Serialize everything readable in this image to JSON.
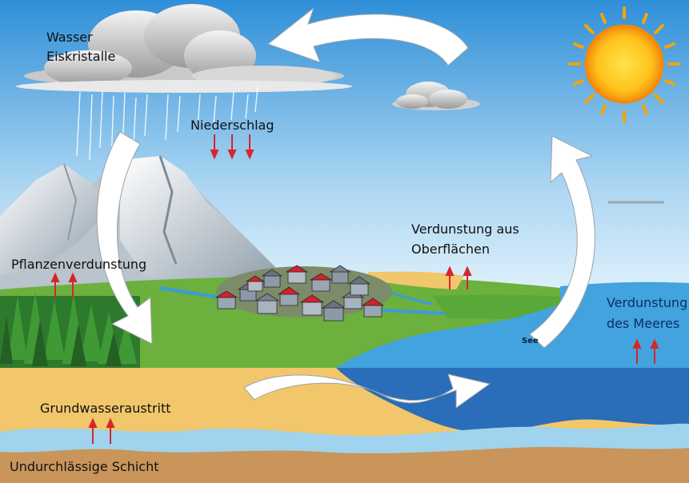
{
  "diagram": {
    "title": "Wasserkreislauf",
    "labels": {
      "wasser": "Wasser",
      "eiskristalle": "Eiskristalle",
      "niederschlag": "Niederschlag",
      "pflanzenverdunstung": "Pflanzenverdunstung",
      "verdunstung_oberflaechen_1": "Verdunstung aus",
      "verdunstung_oberflaechen_2": "Oberflächen",
      "verdunstung_meer_1": "Verdunstung",
      "verdunstung_meer_2": "des Meeres",
      "see": "See",
      "grundwasseraustritt": "Grundwasseraustritt",
      "undurchlaessige_schicht": "Undurchlässige Schicht"
    },
    "colors": {
      "sky_top": "#2e8fd6",
      "sky_bottom": "#d9eefa",
      "grass": "#6fb33f",
      "sea": "#3f9fdc",
      "sea_deep": "#2a6db8",
      "sand": "#f2c66b",
      "soil": "#c9955a",
      "arrow": "#ffffff",
      "small_arrow": "#d6262b",
      "sun": "#ffcf1f"
    }
  }
}
